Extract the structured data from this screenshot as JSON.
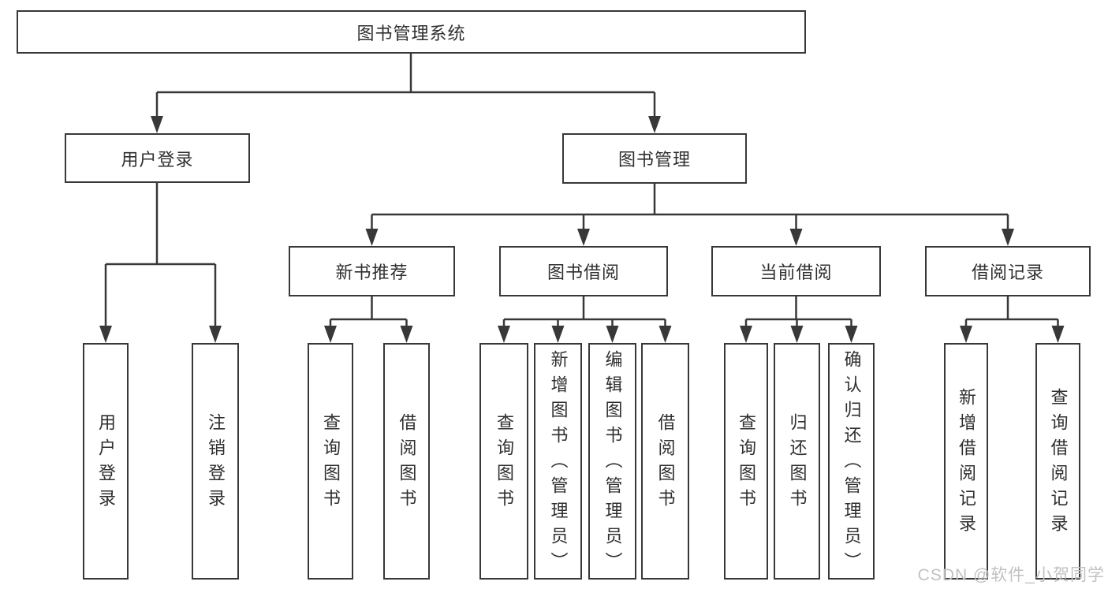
{
  "diagram": {
    "root": {
      "label": "图书管理系统"
    },
    "login": {
      "label": "用户登录",
      "children": [
        {
          "label": "用户登录"
        },
        {
          "label": "注销登录"
        }
      ]
    },
    "management": {
      "label": "图书管理",
      "children": [
        {
          "label": "新书推荐",
          "children": [
            {
              "label": "查询图书"
            },
            {
              "label": "借阅图书"
            }
          ]
        },
        {
          "label": "图书借阅",
          "children": [
            {
              "label": "查询图书"
            },
            {
              "label": "新增图书（管理员）"
            },
            {
              "label": "编辑图书（管理员）"
            },
            {
              "label": "借阅图书"
            }
          ]
        },
        {
          "label": "当前借阅",
          "children": [
            {
              "label": "查询图书"
            },
            {
              "label": "归还图书"
            },
            {
              "label": "确认归还（管理员）"
            }
          ]
        },
        {
          "label": "借阅记录",
          "children": [
            {
              "label": "新增借阅记录"
            },
            {
              "label": "查询借阅记录"
            }
          ]
        }
      ]
    }
  },
  "watermark": "CSDN @软件_小贺同学",
  "colors": {
    "line": "#383838",
    "text": "#2f2f2f",
    "watermark": "#c2c2c2",
    "background": "#ffffff"
  }
}
